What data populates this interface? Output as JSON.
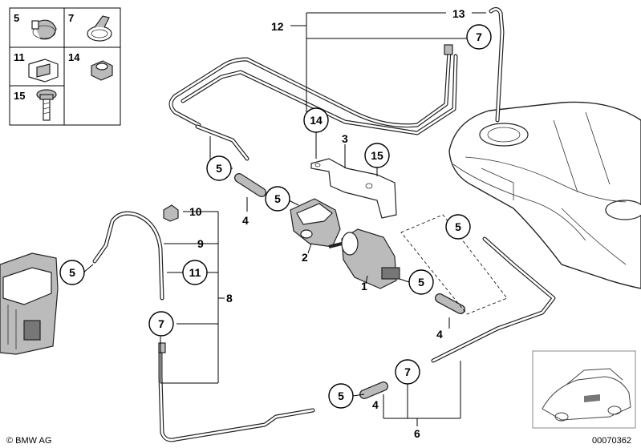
{
  "legend": {
    "items": [
      {
        "id": "5",
        "label": "5",
        "icon": "hose-clamp-icon"
      },
      {
        "id": "7",
        "label": "7",
        "icon": "spring-clamp-icon"
      },
      {
        "id": "11",
        "label": "11",
        "icon": "hose-clip-icon"
      },
      {
        "id": "14",
        "label": "14",
        "icon": "nut-icon"
      },
      {
        "id": "15",
        "label": "15",
        "icon": "screw-icon"
      }
    ]
  },
  "labels": {
    "p1": "1",
    "p2": "2",
    "p3": "3",
    "p4a": "4",
    "p4b": "4",
    "p4c": "4",
    "p6": "6",
    "p8": "8",
    "p9": "9",
    "p10": "10",
    "p12": "12",
    "p13": "13"
  },
  "callouts": {
    "c7_top": "7",
    "c5_bracket": "5",
    "c14": "14",
    "c15": "15",
    "c5_pipe": "5",
    "c5_left": "5",
    "c11": "11",
    "c7_left": "7",
    "c5_dashed": "5",
    "c5_pump": "5",
    "c7_bottom": "7",
    "c5_bottom": "5"
  },
  "footer": {
    "brand": "© BMW AG",
    "code": "00070362"
  },
  "colors": {
    "ink": "#000000",
    "fill_mid": "#bbbbbb",
    "fill_dark": "#777777"
  }
}
